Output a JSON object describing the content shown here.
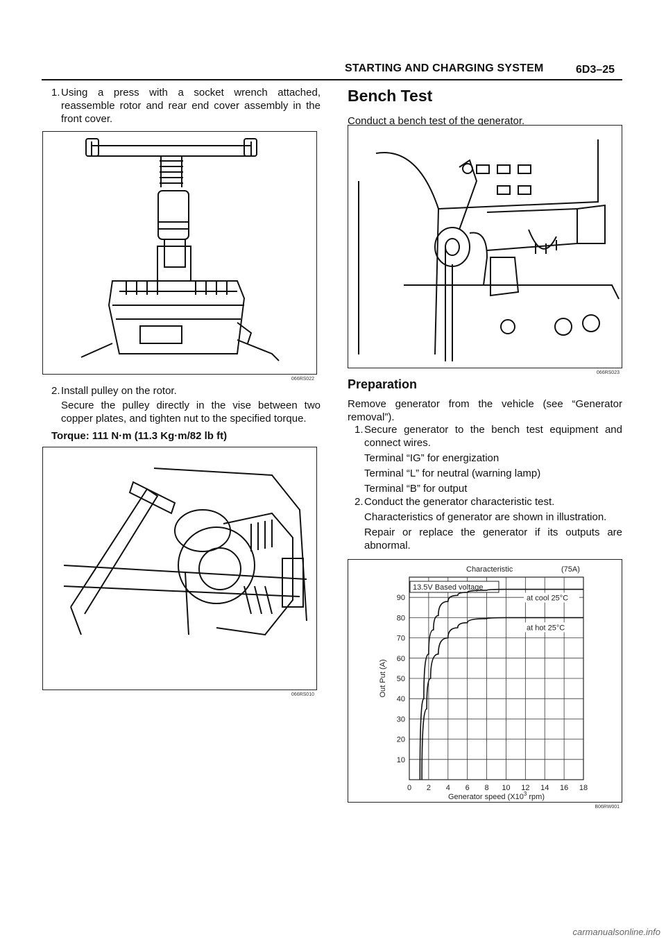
{
  "header": {
    "section_title": "STARTING AND CHARGING SYSTEM",
    "page_number": "6D3–25"
  },
  "left": {
    "step1": {
      "num": "1.",
      "text": "Using a press with a socket wrench attached, reassemble rotor and rear end cover assembly in the front cover."
    },
    "fig1_code": "066RS022",
    "step2": {
      "num": "2.",
      "text": "Install pulley on the rotor.",
      "detail": "Secure the pulley directly in the vise between two copper plates, and tighten nut to the specified torque.",
      "torque": "Torque: 111 N·m (11.3 Kg·m/82 lb ft)"
    },
    "fig2_code": "066RS010"
  },
  "right": {
    "bench_title": "Bench Test",
    "bench_intro": "Conduct a bench test of the generator.",
    "fig3_code": "066RS023",
    "prep_title": "Preparation",
    "prep_intro": "Remove generator from the vehicle (see “Generator removal”).",
    "step1": {
      "num": "1.",
      "text": "Secure generator to the bench test equipment and connect wires.",
      "t_ig": "Terminal “IG” for energization",
      "t_l": "Terminal “L” for neutral (warning lamp)",
      "t_b": "Terminal “B” for output"
    },
    "step2": {
      "num": "2.",
      "text": "Conduct the generator characteristic test.",
      "detail1": "Characteristics of generator are shown in illustration.",
      "detail2": "Repair or replace the generator if its outputs are abnormal."
    },
    "fig4_code": "B06RW001"
  },
  "chart_data": {
    "type": "line",
    "title": "Characteristic",
    "title_right": "(75A)",
    "box_label": "13.5V Based voltage",
    "xlabel": "Generator speed (X10",
    "xlabel_exp": "3",
    "xlabel_unit": " rpm)",
    "ylabel": "Out Put (A)",
    "x_ticks": [
      "0",
      "2",
      "4",
      "6",
      "8",
      "10",
      "12",
      "14",
      "16",
      "18"
    ],
    "y_ticks": [
      "10",
      "20",
      "30",
      "40",
      "50",
      "60",
      "70",
      "80",
      "90"
    ],
    "xlim": [
      0,
      18
    ],
    "ylim": [
      0,
      100
    ],
    "grid": true,
    "series": [
      {
        "name": "at cool 25°C",
        "x": [
          1.1,
          1.5,
          2,
          2.5,
          3,
          4,
          5,
          6,
          8,
          10,
          12,
          14,
          18
        ],
        "y": [
          0,
          40,
          62,
          74,
          81,
          88,
          91,
          92.5,
          93.5,
          94,
          94,
          94,
          94
        ]
      },
      {
        "name": "at hot 25°C",
        "x": [
          1.3,
          1.8,
          2.2,
          3,
          4,
          5,
          6,
          8,
          10,
          12,
          14,
          18
        ],
        "y": [
          0,
          35,
          50,
          62,
          70,
          75,
          77.5,
          79.5,
          80,
          80,
          80,
          80
        ]
      }
    ]
  },
  "footer": {
    "watermark": "carmanualsonline.info"
  }
}
